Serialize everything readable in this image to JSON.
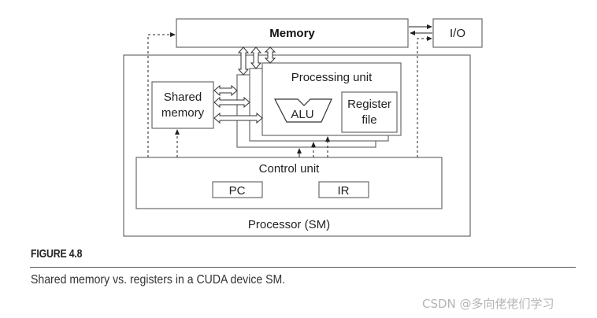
{
  "diagram": {
    "memory_label": "Memory",
    "io_label": "I/O",
    "processor_label": "Processor (SM)",
    "shared_memory_label_line1": "Shared",
    "shared_memory_label_line2": "memory",
    "processing_unit_label": "Processing unit",
    "alu_label": "ALU",
    "register_file_label_line1": "Register",
    "register_file_label_line2": "file",
    "control_unit_label": "Control unit",
    "pc_label": "PC",
    "ir_label": "IR"
  },
  "figure": {
    "title": "FIGURE 4.8",
    "caption": "Shared memory vs. registers in a CUDA device SM."
  },
  "watermark": "CSDN @多向佬佬们学习"
}
